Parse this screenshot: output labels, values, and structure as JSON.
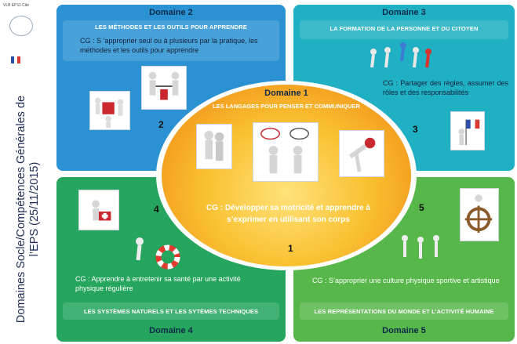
{
  "side_title": "Domaines Socle/Compétences Générales de l’EPS (25/11/2015)",
  "logo": {
    "text": "VLB EP11 Cite",
    "icon": "academy-logo-icon",
    "flag_icon": "french-flag-icon"
  },
  "center": {
    "domain": "Domaine 1",
    "theme": "LES LANGAGES POUR PENSER ET COMMUNIQUER",
    "cg": "CG : Développer sa motricité et apprendre à s’exprimer en utilisant son corps",
    "number": "1"
  },
  "domains": {
    "d2": {
      "title": "Domaine 2",
      "theme": "LES MÉTHODES ET LES OUTILS POUR APPRENDRE",
      "cg": "CG : S ’approprier  seul ou à plusieurs par la pratique, les méthodes et les outils pour apprendre",
      "number": "2"
    },
    "d3": {
      "title": "Domaine 3",
      "theme": "LA FORMATION DE LA PERSONNE ET DU CITOYEN",
      "cg": "CG : Partager des règles, assumer des rôles et des responsabilités",
      "number": "3"
    },
    "d4": {
      "title": "Domaine 4",
      "theme": "LES SYSTÈMES NATURELS ET LES SYTÈMES TECHNIQUES",
      "cg": "CG : Apprendre à entretenir sa santé par une activité physique régulière",
      "number": "4"
    },
    "d5": {
      "title": "Domaine 5",
      "theme": "LES REPRÉSENTATIONS DU MONDE ET L’ACTIVITÉ HUMAINE",
      "cg": "CG : S’approprier une culture physique sportive et artistique",
      "number": "5"
    }
  },
  "colors": {
    "domain2": "#2a92d2",
    "domain3": "#1fb0c3",
    "domain4": "#26a55e",
    "domain5": "#58b74a",
    "center": "#f39a1d"
  }
}
